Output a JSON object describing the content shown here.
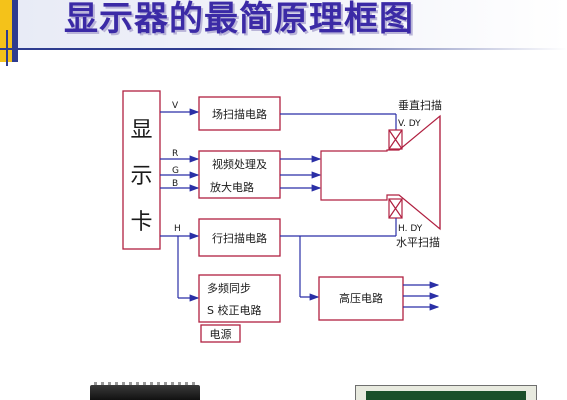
{
  "title": "显示器的最简原理框图",
  "blocks": {
    "display_card": [
      "显",
      "示",
      "卡"
    ],
    "field_scan": "场扫描电路",
    "video_process_1": "视频处理及",
    "video_process_2": "放大电路",
    "line_scan": "行扫描电路",
    "multisync_1": "多频同步",
    "multisync_2": "S 校正电路",
    "power": "电源",
    "high_voltage": "高压电路"
  },
  "signals": {
    "v": "V",
    "r": "R",
    "g": "G",
    "b": "B",
    "h": "H"
  },
  "labels": {
    "vertical_scan": "垂直扫描",
    "vdy": "V. DY",
    "hdy": "H. DY",
    "horizontal_scan": "水平扫描"
  },
  "colors": {
    "wire": "#2a2fa6",
    "box_border": "#b02040",
    "title": "#3b2aa6"
  }
}
